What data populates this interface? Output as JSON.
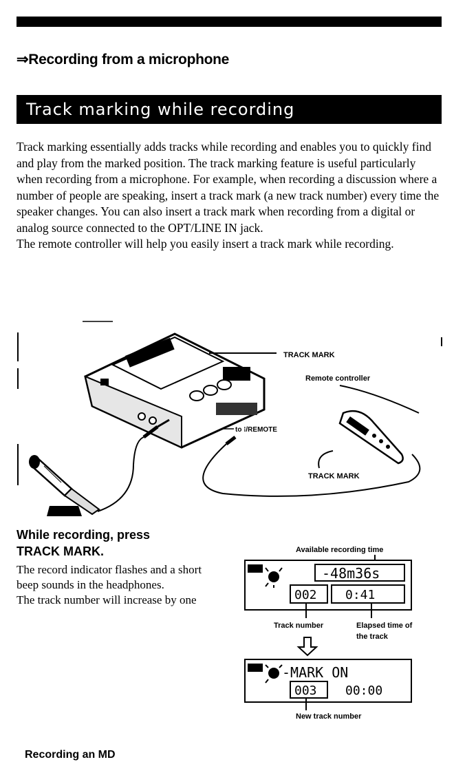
{
  "header": {
    "section_title": "⇒Recording from a microphone",
    "banner_title": "Track marking while recording"
  },
  "intro": {
    "paragraph1": "Track marking essentially adds tracks while recording and enables you to quickly find and play from the marked position. The track marking feature is useful particularly when recording from a microphone. For example, when recording a discussion where a number of people are speaking, insert a track mark (a new track number) every time the speaker changes. You can also insert a track mark when recording from a digital or analog source connected to the OPT/LINE IN jack.",
    "paragraph2": "The remote controller will help you easily insert a track mark while recording."
  },
  "figure": {
    "label_track_mark_top": "TRACK MARK",
    "label_remote_controller": "Remote controller",
    "label_remote_jack": "to ⁝/REMOTE",
    "label_track_mark_bottom": "TRACK MARK"
  },
  "step": {
    "heading_line1": "While recording, press",
    "heading_line2": "TRACK MARK.",
    "body1": "The record indicator flashes and a short beep sounds in the headphones.",
    "body2": "The track number will increase by one"
  },
  "lcd": {
    "label_available": "Available recording time",
    "display1_time": "-48m36s",
    "display1_track": "002",
    "display1_elapsed": "0:41",
    "label_track_number": "Track number",
    "label_elapsed_line1": "Elapsed time of",
    "label_elapsed_line2": "the track",
    "display2_text": "-MARK  ON",
    "display2_track": "003",
    "display2_elapsed": "00:00",
    "label_new_track": "New track number"
  },
  "footer": {
    "text": "Recording an MD"
  }
}
